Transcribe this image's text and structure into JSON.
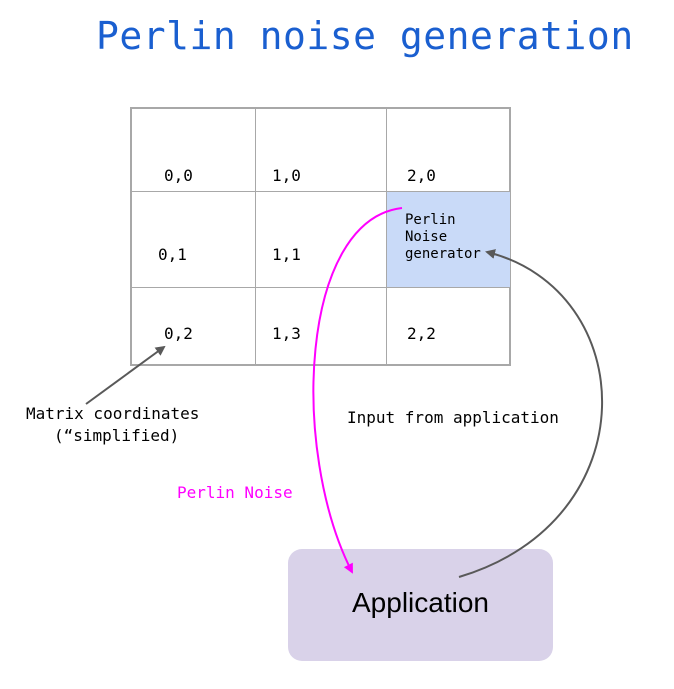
{
  "title": "Perlin noise generation",
  "grid": {
    "cells": [
      "0,0",
      "1,0",
      "2,0",
      "0,1",
      "1,1",
      "0,2",
      "1,3",
      "2,2"
    ],
    "highlight_label": [
      "Perlin",
      "Noise",
      "generator"
    ]
  },
  "annotations": {
    "matrix_line1": "Matrix coordinates",
    "matrix_line2": "(“simplified)",
    "input": "Input from application",
    "noise": "Perlin Noise"
  },
  "application": "Application",
  "colors": {
    "title": "#1a5fd0",
    "grid_lines": "#a8a8a8",
    "highlight_cell": "#c9daf8",
    "noise_arrow": "#ff00ff",
    "input_arrow": "#595959",
    "app_box": "#d9d2e9"
  }
}
